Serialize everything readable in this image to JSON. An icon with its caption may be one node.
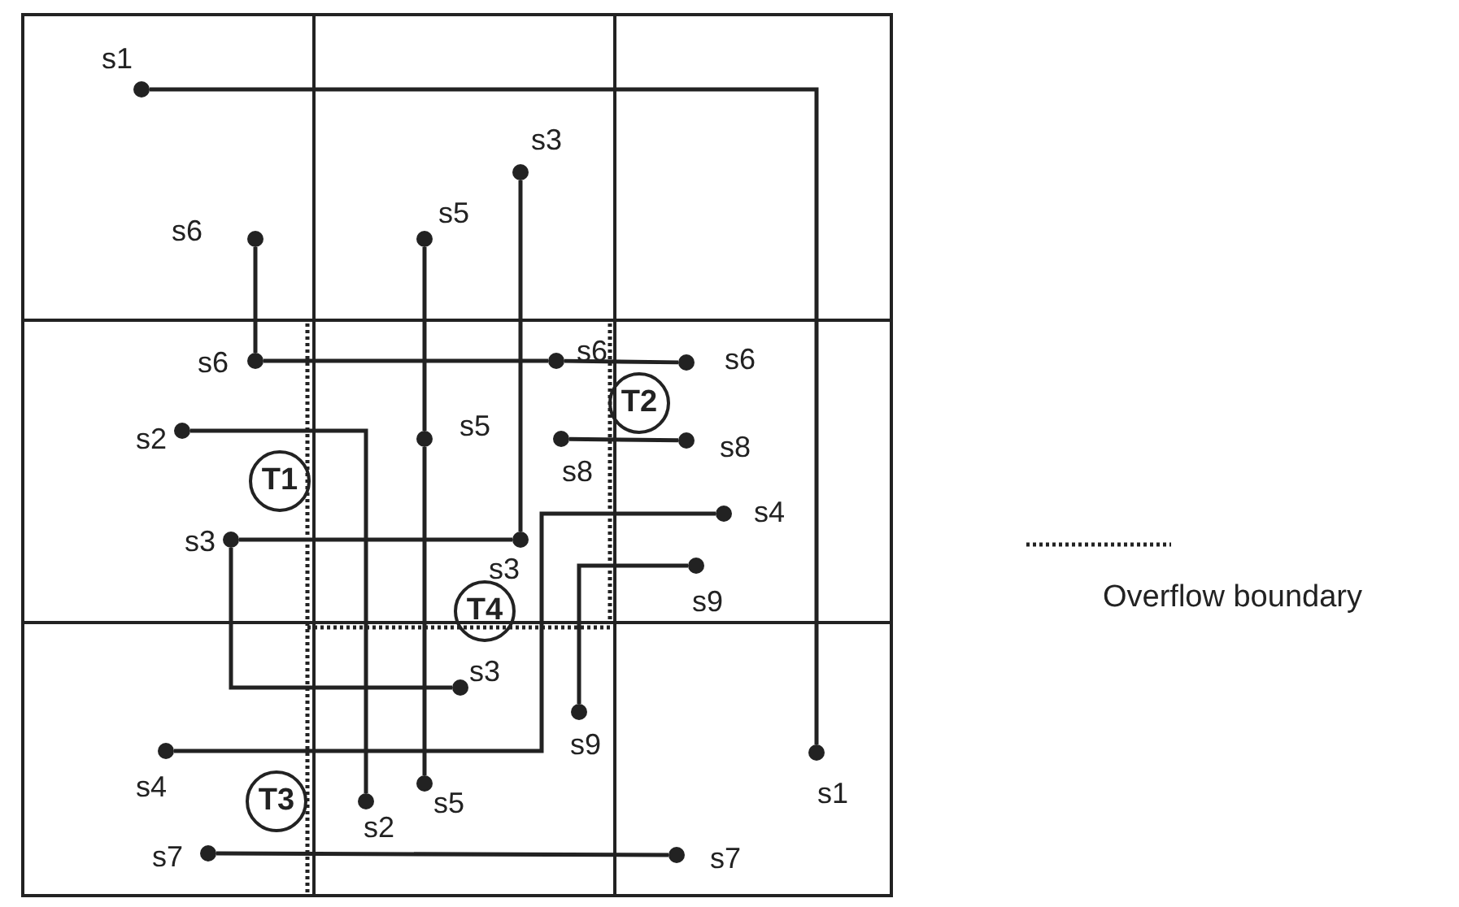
{
  "diagram": {
    "nodes": [
      {
        "text": [],
        "shape": "circle",
        "beside": [
          "s1"
        ]
      },
      {
        "text": [],
        "shape": "circle",
        "beside": [
          "s6"
        ]
      },
      {
        "text": [],
        "shape": "circle",
        "beside": [
          "s5"
        ]
      },
      {
        "text": [],
        "shape": "circle",
        "beside": [
          "s3"
        ]
      },
      {
        "text": [],
        "shape": "circle",
        "beside": [
          "s6"
        ]
      },
      {
        "text": [],
        "shape": "circle",
        "beside": [
          "s6"
        ]
      },
      {
        "text": [],
        "shape": "circle",
        "beside": [
          "s6"
        ]
      },
      {
        "text": [],
        "shape": "circle",
        "beside": [
          "s2"
        ]
      },
      {
        "text": [],
        "shape": "circle",
        "beside": [
          "s5"
        ]
      },
      {
        "text": [],
        "shape": "circle",
        "beside": [
          "s8"
        ]
      },
      {
        "text": [],
        "shape": "circle",
        "beside": [
          "s8"
        ]
      },
      {
        "text": [],
        "shape": "circle",
        "beside": [
          "s3"
        ]
      },
      {
        "text": [],
        "shape": "circle",
        "beside": [
          "s3"
        ]
      },
      {
        "text": [],
        "shape": "circle",
        "beside": [
          "s4"
        ]
      },
      {
        "text": [],
        "shape": "circle",
        "beside": [
          "s9"
        ]
      },
      {
        "text": [],
        "shape": "circle",
        "beside": [
          "s3"
        ]
      },
      {
        "text": [],
        "shape": "circle",
        "beside": [
          "s9"
        ]
      },
      {
        "text": [],
        "shape": "circle",
        "beside": [
          "s4"
        ]
      },
      {
        "text": [],
        "shape": "circle",
        "beside": [
          "s1"
        ]
      },
      {
        "text": [],
        "shape": "circle",
        "beside": [
          "s5"
        ]
      },
      {
        "text": [],
        "shape": "circle",
        "beside": [
          "s2"
        ]
      },
      {
        "text": [],
        "shape": "circle",
        "beside": [
          "s7"
        ]
      },
      {
        "text": [],
        "shape": "circle",
        "beside": [
          "s7"
        ]
      },
      {
        "text": [
          "T1"
        ]
      },
      {
        "text": [
          "T2"
        ]
      },
      {
        "text": [
          "T4"
        ]
      },
      {
        "text": [
          "T3"
        ]
      }
    ],
    "edges": [
      {
        "from": 0,
        "to": 18,
        "arrow": "none"
      },
      {
        "from": 1,
        "to": 4,
        "arrow": "none"
      },
      {
        "from": 4,
        "to": 5,
        "arrow": "none"
      },
      {
        "from": 5,
        "to": 6,
        "arrow": "none"
      },
      {
        "from": 7,
        "to": 20,
        "arrow": "none"
      },
      {
        "from": 2,
        "to": 8,
        "arrow": "none"
      },
      {
        "from": 8,
        "to": 19,
        "arrow": "none"
      },
      {
        "from": 3,
        "to": 12,
        "arrow": "none"
      },
      {
        "from": 11,
        "to": 12,
        "arrow": "none"
      },
      {
        "from": 11,
        "to": 15,
        "arrow": "none"
      },
      {
        "from": 9,
        "to": 10,
        "arrow": "none"
      },
      {
        "from": 13,
        "to": 17,
        "arrow": "none"
      },
      {
        "from": 14,
        "to": 16,
        "arrow": "none"
      },
      {
        "from": 21,
        "to": 22,
        "arrow": "none"
      }
    ],
    "legend": [
      {
        "text": "Overflow boundary"
      }
    ]
  }
}
